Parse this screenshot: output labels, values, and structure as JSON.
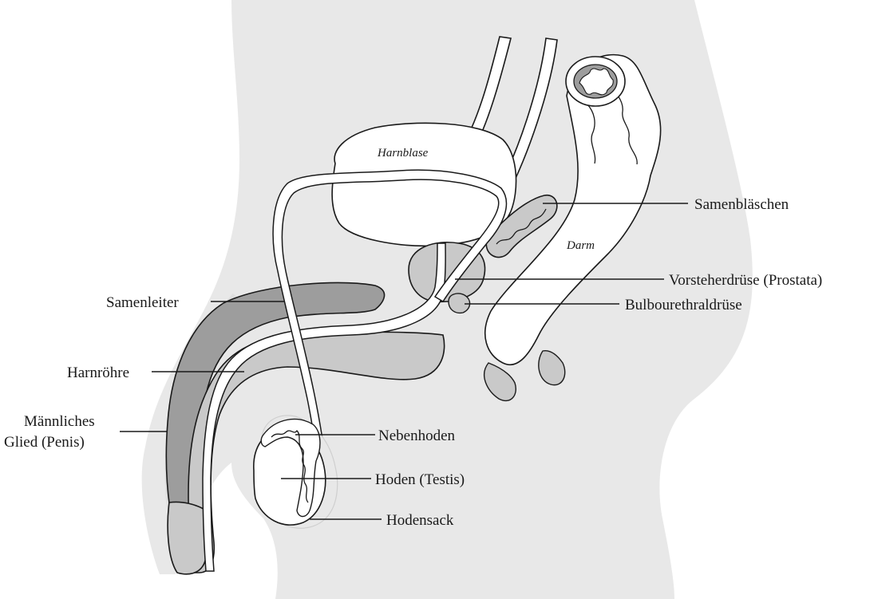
{
  "diagram": {
    "labels": {
      "harnblase": "Harnblase",
      "darm": "Darm",
      "samenblaeschen": "Samenbläschen",
      "prostata": "Vorsteherdrüse (Prostata)",
      "samenleiter": "Samenleiter",
      "bulbourethral": "Bulbourethraldrüse",
      "harnroehre": "Harnröhre",
      "glied_line1": "Männliches",
      "glied_line2": "Glied (Penis)",
      "nebenhoden": "Nebenhoden",
      "hoden": "Hoden (Testis)",
      "hodensack": "Hodensack"
    },
    "colors": {
      "body_fill": "#e8e8e8",
      "organ_light": "#ffffff",
      "organ_mid": "#c9c9c9",
      "organ_dark": "#9d9d9d",
      "line": "#1a1a1a"
    }
  }
}
